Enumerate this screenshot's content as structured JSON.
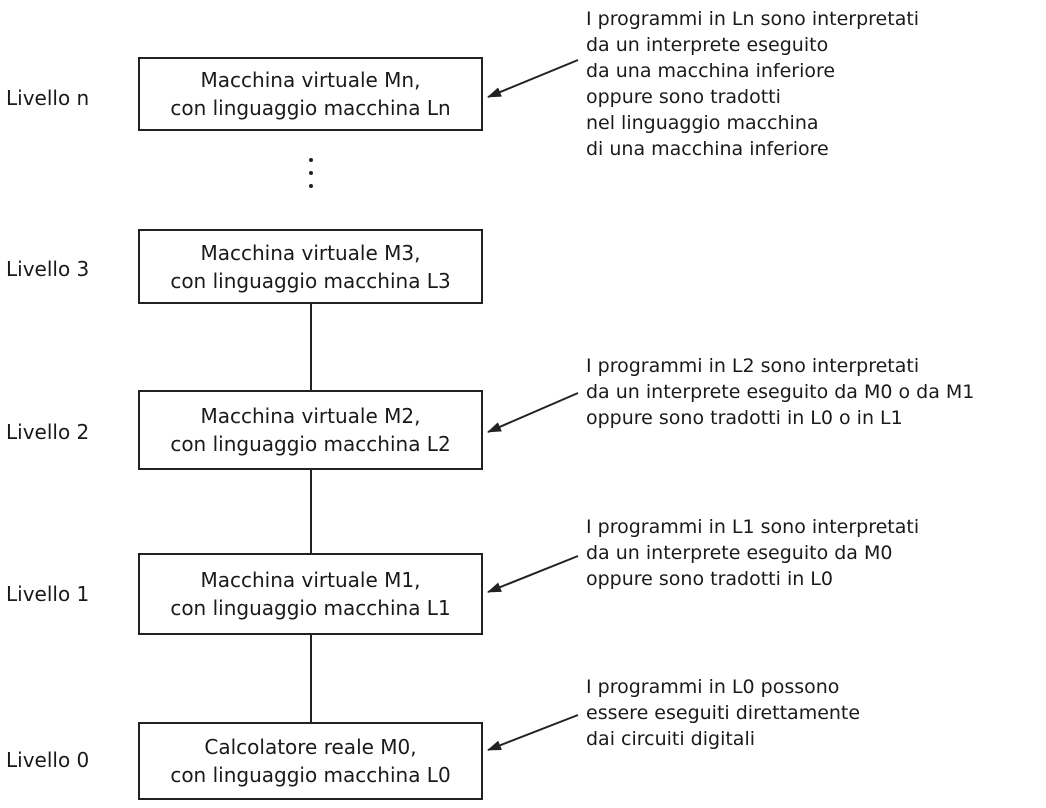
{
  "levels": [
    {
      "label": "Livello n",
      "box_line1": "Macchina virtuale Mn,",
      "box_line2": "con linguaggio macchina Ln"
    },
    {
      "label": "Livello 3",
      "box_line1": "Macchina virtuale M3,",
      "box_line2": "con linguaggio macchina L3"
    },
    {
      "label": "Livello 2",
      "box_line1": "Macchina virtuale M2,",
      "box_line2": "con linguaggio macchina L2"
    },
    {
      "label": "Livello 1",
      "box_line1": "Macchina virtuale M1,",
      "box_line2": "con linguaggio macchina L1"
    },
    {
      "label": "Livello 0",
      "box_line1": "Calcolatore reale M0,",
      "box_line2": "con linguaggio macchina L0"
    }
  ],
  "notes": {
    "level_n": [
      "I programmi in Ln sono interpretati",
      "da un interprete eseguito",
      "da una macchina inferiore",
      "oppure sono tradotti",
      "nel linguaggio macchina",
      "di una macchina inferiore"
    ],
    "level_2": [
      "I programmi in L2 sono interpretati",
      "da un interprete eseguito da M0 o da M1",
      "oppure sono tradotti in L0 o in L1"
    ],
    "level_1": [
      "I programmi in L1 sono interpretati",
      "da un interprete eseguito da M0",
      "oppure sono tradotti in L0"
    ],
    "level_0": [
      "I programmi in L0 possono",
      "essere eseguiti direttamente",
      "dai circuiti digitali"
    ]
  }
}
